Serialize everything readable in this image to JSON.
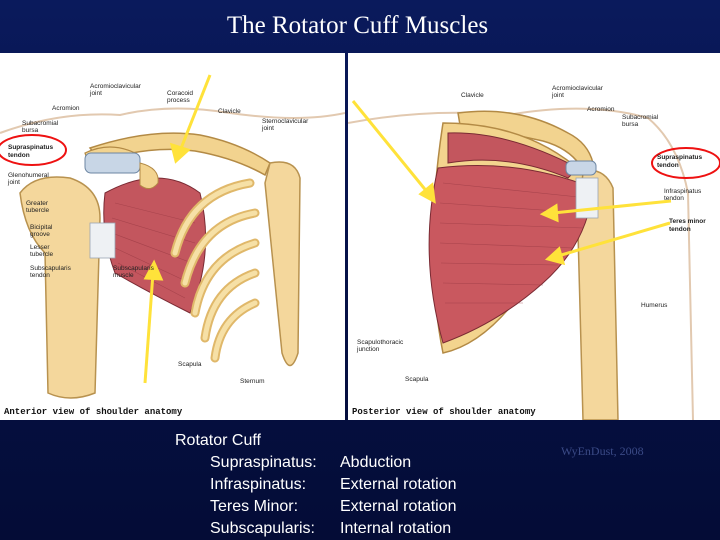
{
  "title": "The Rotator Cuff Muscles",
  "anterior": {
    "caption": "Anterior view of shoulder anatomy",
    "labels": {
      "acromioclavicular": "Acromioclavicular",
      "joint": "joint",
      "coracoid": "Coracoid",
      "process": "process",
      "clavicle": "Clavicle",
      "acromion": "Acromion",
      "subacromial": "Subacromial",
      "bursa": "bursa",
      "sternoclav": "Sternoclavicular",
      "sternoclav_joint": "joint",
      "supraspinatus": "Supraspinatus",
      "tendon": "tendon",
      "glenohumeral": "Glenohumeral",
      "gh_joint": "joint",
      "greater": "Greater",
      "tubercle": "tubercle",
      "bicipital": "Bicipital",
      "groove": "groove",
      "lesser": "Lesser",
      "lesser_tubercle": "tubercle",
      "subscapularis": "Subscapularis",
      "subscap_tendon": "tendon",
      "subscap_muscle": "Subscapularis",
      "muscle": "muscle",
      "scapula": "Scapula",
      "sternum": "Sternum"
    }
  },
  "posterior": {
    "caption": "Posterior view of shoulder anatomy",
    "labels": {
      "clavicle": "Clavicle",
      "acromioclavicular": "Acromioclavicular",
      "joint": "joint",
      "acromion": "Acromion",
      "subacromial": "Subacromial",
      "bursa": "bursa",
      "supraspinatus": "Supraspinatus",
      "supra_tendon": "tendon",
      "infraspinatus": "Infraspinatus",
      "infra_tendon": "tendon",
      "teres": "Teres minor",
      "teres_tendon": "tendon",
      "humerus": "Humerus",
      "scapulothoracic": "Scapulothoracic",
      "junction": "junction",
      "scapula": "Scapula"
    }
  },
  "list": {
    "heading": "Rotator Cuff",
    "rows": [
      {
        "muscle": "Supraspinatus:",
        "action": "Abduction"
      },
      {
        "muscle": "Infraspinatus:",
        "action": "External rotation"
      },
      {
        "muscle": "Teres Minor:",
        "action": "External rotation"
      },
      {
        "muscle": "Subscapularis:",
        "action": "Internal rotation"
      }
    ]
  },
  "credit": "WyEnDust, 2008"
}
